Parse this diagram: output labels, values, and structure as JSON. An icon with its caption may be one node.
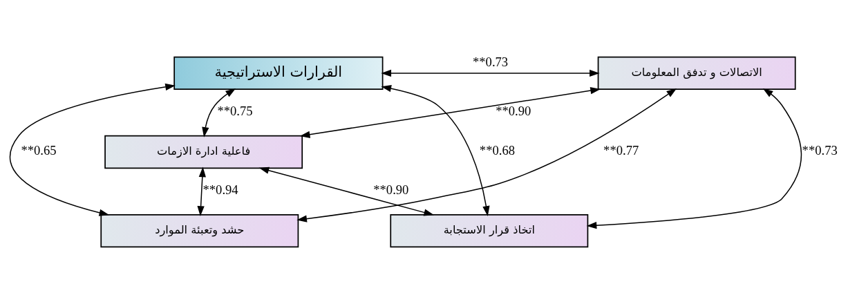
{
  "diagram": {
    "nodes": [
      {
        "text": [
          "القرارات الاستراتيجية"
        ]
      },
      {
        "text": [
          "فاعلية ادارة الازمات"
        ]
      },
      {
        "text": [
          "اتخاذ قرار الاستجابة"
        ]
      },
      {
        "text": [
          "الاتصالات و تدفق المعلومات"
        ]
      },
      {
        "text": [
          "حشد وتعبئة الموارد"
        ]
      }
    ],
    "edges": [
      {
        "from": 0,
        "to": 1,
        "arrow": "both",
        "label": "**0.75"
      },
      {
        "from": 0,
        "to": 2,
        "arrow": "both",
        "label": "**0.68"
      },
      {
        "from": 0,
        "to": 3,
        "arrow": "both",
        "label": "**0.73"
      },
      {
        "from": 0,
        "to": 4,
        "arrow": "both",
        "label": "**0.65"
      },
      {
        "from": 1,
        "to": 2,
        "arrow": "both",
        "label": "**0.90"
      },
      {
        "from": 1,
        "to": 3,
        "arrow": "both",
        "label": "**0.90"
      },
      {
        "from": 1,
        "to": 4,
        "arrow": "both",
        "label": "**0.94"
      },
      {
        "from": 2,
        "to": 3,
        "arrow": "both",
        "label": "**0.73"
      },
      {
        "from": 3,
        "to": 4,
        "arrow": "both",
        "label": "**0.77"
      }
    ]
  }
}
